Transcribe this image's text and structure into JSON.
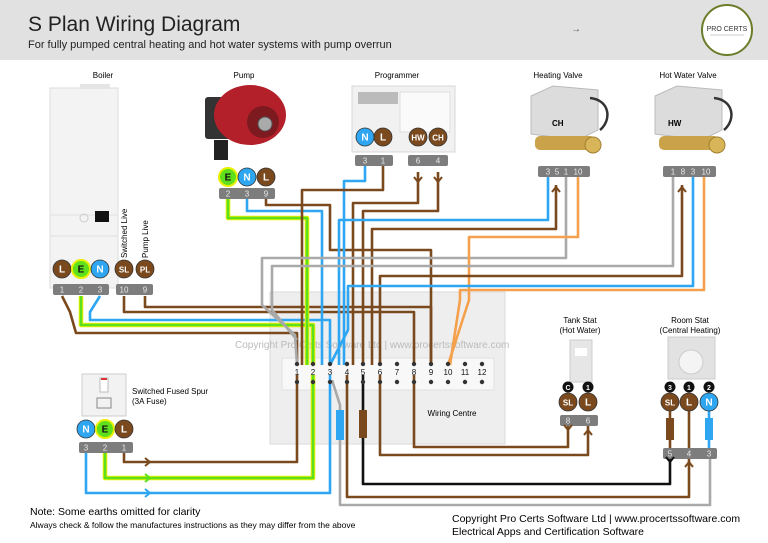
{
  "header": {
    "title": "S Plan Wiring Diagram",
    "subtitle": "For fully pumped central heating and hot water systems with pump overrun",
    "arrow": "→",
    "logo_text": "PRO CERTS"
  },
  "colors": {
    "live": "#7a4a1e",
    "neutral": "#2ea6f2",
    "earth": "#5ee01c",
    "grey": "#a9a9a9",
    "orange": "#f5a04c",
    "black": "#111111",
    "header_bg": "#e1e1e1"
  },
  "boiler": {
    "label": "Boiler",
    "terminals": [
      "L",
      "E",
      "N",
      "SL",
      "PL"
    ],
    "strip": [
      "1",
      "2",
      "3",
      "10",
      "9"
    ],
    "switched_live": "Switched Live",
    "pump_live": "Pump Live"
  },
  "pump": {
    "label": "Pump",
    "terminals": [
      "E",
      "N",
      "L"
    ],
    "strip": [
      "2",
      "3",
      "9"
    ]
  },
  "programmer": {
    "label": "Programmer",
    "terminals": [
      "N",
      "L",
      "HW",
      "CH"
    ],
    "strip": [
      "3",
      "1",
      "6",
      "4"
    ]
  },
  "heating_valve": {
    "label": "Heating Valve",
    "body_text": "CH",
    "strip": [
      "3",
      "5",
      "1",
      "10"
    ]
  },
  "hot_water_valve": {
    "label": "Hot Water Valve",
    "body_text": "HW",
    "strip": [
      "1",
      "8",
      "3",
      "10"
    ]
  },
  "wiring_centre": {
    "label": "Wiring Centre",
    "terminals": [
      "1",
      "2",
      "3",
      "4",
      "5",
      "6",
      "7",
      "8",
      "9",
      "10",
      "11",
      "12"
    ],
    "watermark": "Copyright Pro Certs Software Ltd | www.procertssoftware.com"
  },
  "tank_stat": {
    "label": "Tank Stat",
    "sublabel": "(Hot Water)",
    "badges": [
      "C",
      "1"
    ],
    "terminals": [
      "SL",
      "L"
    ],
    "strip": [
      "8",
      "6"
    ]
  },
  "room_stat": {
    "label": "Room Stat",
    "sublabel": "(Central Heating)",
    "badges": [
      "3",
      "1",
      "2"
    ],
    "terminals": [
      "SL",
      "L",
      "N"
    ],
    "strip": [
      "5",
      "4",
      "3"
    ]
  },
  "fused_spur": {
    "label": "Switched Fused Spur",
    "sublabel": "(3A Fuse)",
    "terminals": [
      "N",
      "E",
      "L"
    ],
    "strip": [
      "3",
      "2",
      "1"
    ]
  },
  "footer": {
    "note": "Note: Some earths omitted for clarity",
    "warning": "Always check & follow the manufactures instructions as they may differ from the above",
    "copyright": "Copyright Pro Certs Software Ltd | www.procertssoftware.com",
    "tagline": "Electrical Apps and Certification Software"
  }
}
